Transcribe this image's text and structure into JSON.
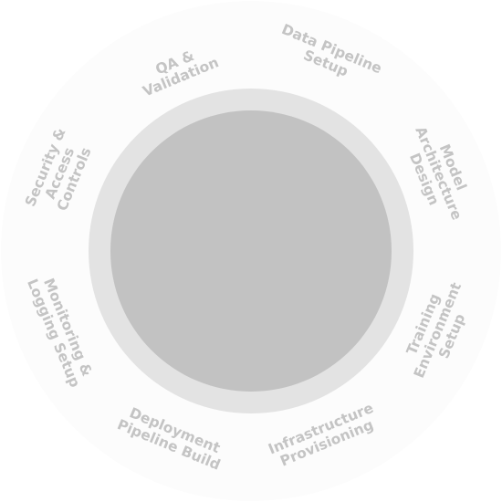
{
  "colors": {
    "background": "#ffffff",
    "outer_disc": "#fcfcfc",
    "ring": "#e3e3e3",
    "core": "#c2c2c2",
    "label_text": "#c4c4c4"
  },
  "segments": [
    {
      "name": "segment-data-pipeline-setup",
      "lines": [
        "Data Pipeline",
        "Setup"
      ]
    },
    {
      "name": "segment-model-architecture-design",
      "lines": [
        "Model",
        "Architecture",
        "Design"
      ]
    },
    {
      "name": "segment-training-environment-setup",
      "lines": [
        "Training",
        "Environment",
        "Setup"
      ]
    },
    {
      "name": "segment-infrastructure-provisioning",
      "lines": [
        "Infrastructure",
        "Provisioning"
      ]
    },
    {
      "name": "segment-deployment-pipeline-build",
      "lines": [
        "Deployment",
        "Pipeline Build"
      ]
    },
    {
      "name": "segment-monitoring-logging-setup",
      "lines": [
        "Monitoring &",
        "Logging Setup"
      ]
    },
    {
      "name": "segment-security-access-controls",
      "lines": [
        "Security &",
        "Access",
        "Controls"
      ]
    },
    {
      "name": "segment-qa-validation",
      "lines": [
        "QA &",
        "Validation"
      ]
    }
  ]
}
